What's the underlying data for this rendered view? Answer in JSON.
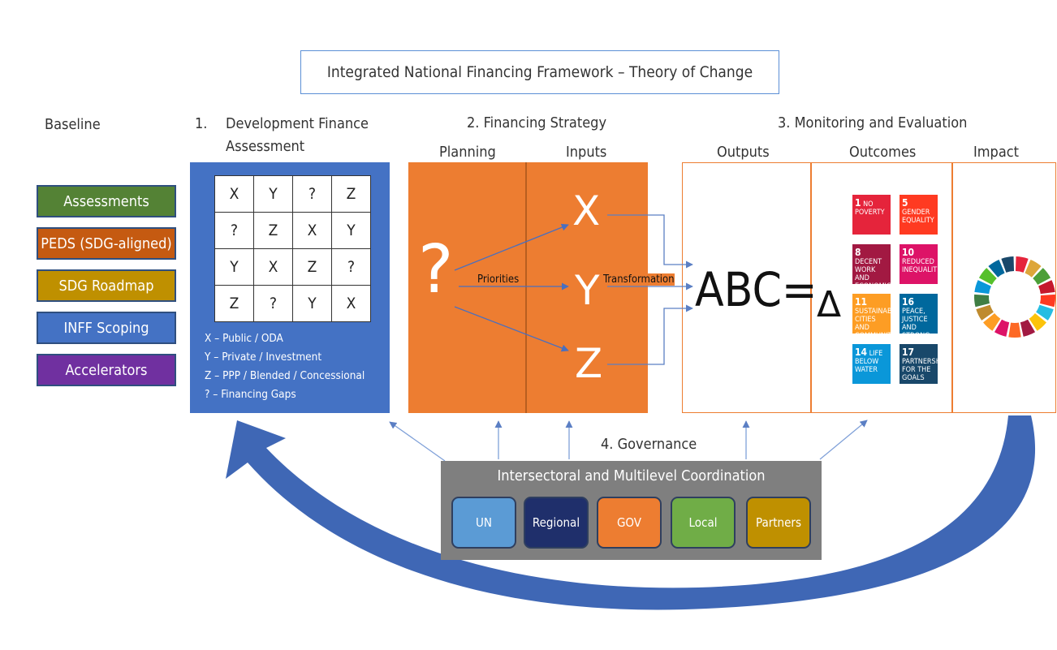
{
  "title": "Integrated National Financing Framework – Theory of Change",
  "baseline": {
    "heading": "Baseline",
    "items": [
      {
        "label": "Assessments",
        "color": "#548235"
      },
      {
        "label": "PEDS (SDG-aligned)",
        "color": "#c55a11"
      },
      {
        "label": "SDG Roadmap",
        "color": "#bf9000"
      },
      {
        "label": "INFF Scoping",
        "color": "#4472c4"
      },
      {
        "label": "Accelerators",
        "color": "#7030a0"
      }
    ]
  },
  "dfa": {
    "number": "1.",
    "heading_line1": "Development Finance",
    "heading_line2": "Assessment",
    "grid": [
      [
        "X",
        "Y",
        "?",
        "Z"
      ],
      [
        "?",
        "Z",
        "X",
        "Y"
      ],
      [
        "Y",
        "X",
        "Z",
        "?"
      ],
      [
        "Z",
        "?",
        "Y",
        "X"
      ]
    ],
    "legend": [
      "X – Public / ODA",
      "Y – Private / Investment",
      "Z – PPP / Blended / Concessional",
      "? – Financing Gaps"
    ]
  },
  "financing_strategy": {
    "heading": "2. Financing Strategy",
    "planning_label": "Planning",
    "inputs_label": "Inputs",
    "question": "?",
    "priorities_label": "Priorities",
    "transformation_label": "Transformation",
    "inputs": [
      "X",
      "Y",
      "Z"
    ]
  },
  "monitoring": {
    "heading": "3. Monitoring and Evaluation",
    "outputs_label": "Outputs",
    "outcomes_label": "Outcomes",
    "impact_label": "Impact",
    "equation": "ABC=",
    "delta": "Δ",
    "sdg_tiles": [
      {
        "num": "1",
        "text": "NO POVERTY",
        "color": "#e5243b"
      },
      {
        "num": "5",
        "text": "GENDER EQUALITY",
        "color": "#ff3a21"
      },
      {
        "num": "8",
        "text": "DECENT WORK AND ECONOMIC GROWTH",
        "color": "#a21942"
      },
      {
        "num": "10",
        "text": "REDUCED INEQUALITIES",
        "color": "#dd1367"
      },
      {
        "num": "11",
        "text": "SUSTAINABLE CITIES AND COMMUNITIES",
        "color": "#fd9d24"
      },
      {
        "num": "16",
        "text": "PEACE, JUSTICE AND STRONG INSTITUTIONS",
        "color": "#00689d"
      },
      {
        "num": "14",
        "text": "LIFE BELOW WATER",
        "color": "#0a97d9"
      },
      {
        "num": "17",
        "text": "PARTNERSHIPS FOR THE GOALS",
        "color": "#19486a"
      }
    ]
  },
  "governance": {
    "heading": "4. Governance",
    "panel_title": "Intersectoral and Multilevel Coordination",
    "actors": [
      {
        "label": "UN",
        "color": "#5b9bd5"
      },
      {
        "label": "Regional",
        "color": "#1f2f6b"
      },
      {
        "label": "GOV",
        "color": "#ed7d31"
      },
      {
        "label": "Local",
        "color": "#70ad47"
      },
      {
        "label": "Partners",
        "color": "#bf9000"
      }
    ]
  }
}
